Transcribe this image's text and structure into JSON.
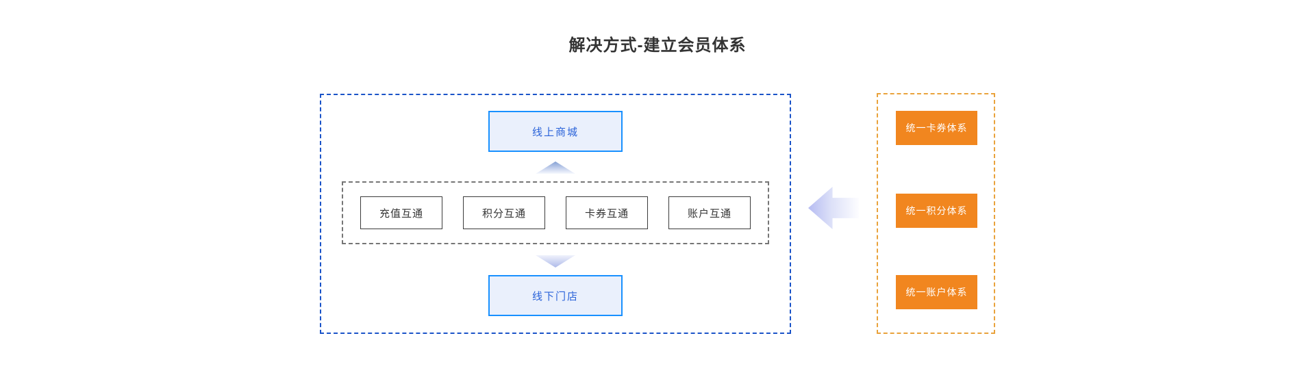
{
  "title": "解决方式-建立会员体系",
  "channels": {
    "online": "线上商城",
    "offline": "线下门店"
  },
  "interop_group": {
    "items": [
      "充值互通",
      "积分互通",
      "卡券互通",
      "账户互通"
    ]
  },
  "unified_group": {
    "items": [
      "统一卡券体系",
      "统一积分体系",
      "统一账户体系"
    ]
  },
  "icons": {
    "up_arrow": "arrow-up",
    "down_arrow": "arrow-down",
    "left_arrow": "arrow-left"
  },
  "colors": {
    "title_text": "#333333",
    "blue_dashed_border": "#1A53C8",
    "node_border": "#1890FF",
    "node_fill": "#EAF0FC",
    "node_text": "#2962D9",
    "gray_dashed_border": "#757575",
    "interop_border": "#3A3A3A",
    "interop_text": "#333333",
    "orange_dashed_border": "#E9A23B",
    "orange_fill": "#F1861F",
    "orange_text": "#FFFFFF",
    "arrow_gradient_dark": "#84A0D4",
    "arrow_gradient_light": "#FDFDFF"
  }
}
